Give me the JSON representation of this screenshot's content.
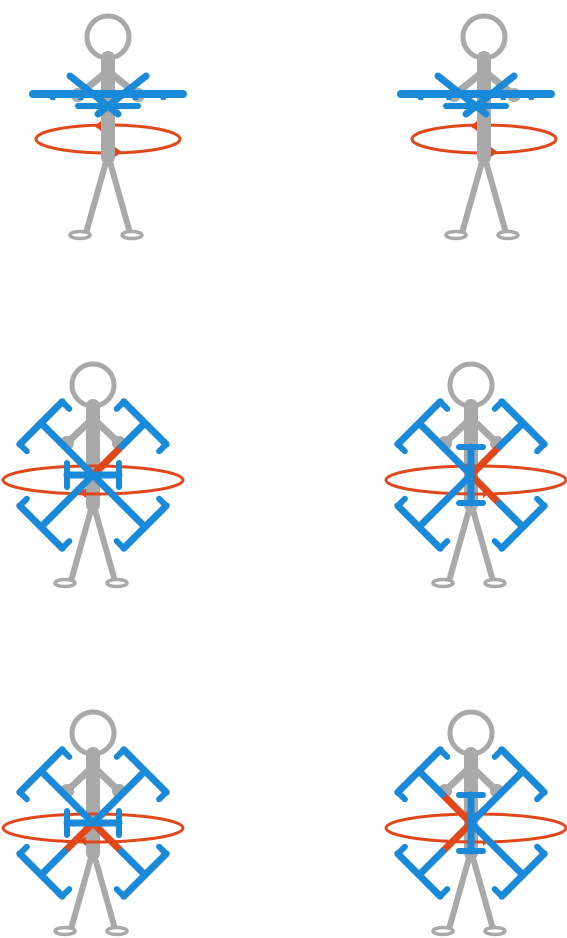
{
  "colors": {
    "background": "#ffffff",
    "figure": "#a9a9a9",
    "drone": "#1a8ad8",
    "arm_highlight": "#e0481c",
    "rotation_arrow": "#e0481c"
  },
  "panels": [
    {
      "name": "panel-top-left",
      "drone_view": "side",
      "drone_tilt": "level",
      "rotation": "counterclockwise"
    },
    {
      "name": "panel-top-right",
      "drone_view": "side",
      "drone_tilt": "level",
      "rotation": "counterclockwise"
    },
    {
      "name": "panel-middle-left",
      "drone_view": "top",
      "drone_tilt": "x-frame",
      "rotation": "clockwise"
    },
    {
      "name": "panel-middle-right",
      "drone_view": "top",
      "drone_tilt": "x-frame",
      "rotation": "counterclockwise"
    },
    {
      "name": "panel-bottom-left",
      "drone_view": "top",
      "drone_tilt": "x-frame",
      "rotation": "clockwise"
    },
    {
      "name": "panel-bottom-right",
      "drone_view": "top",
      "drone_tilt": "x-frame",
      "rotation": "counterclockwise"
    }
  ],
  "icons": [
    "stick-figure-icon",
    "drone-icon",
    "rotation-arrow-icon"
  ]
}
